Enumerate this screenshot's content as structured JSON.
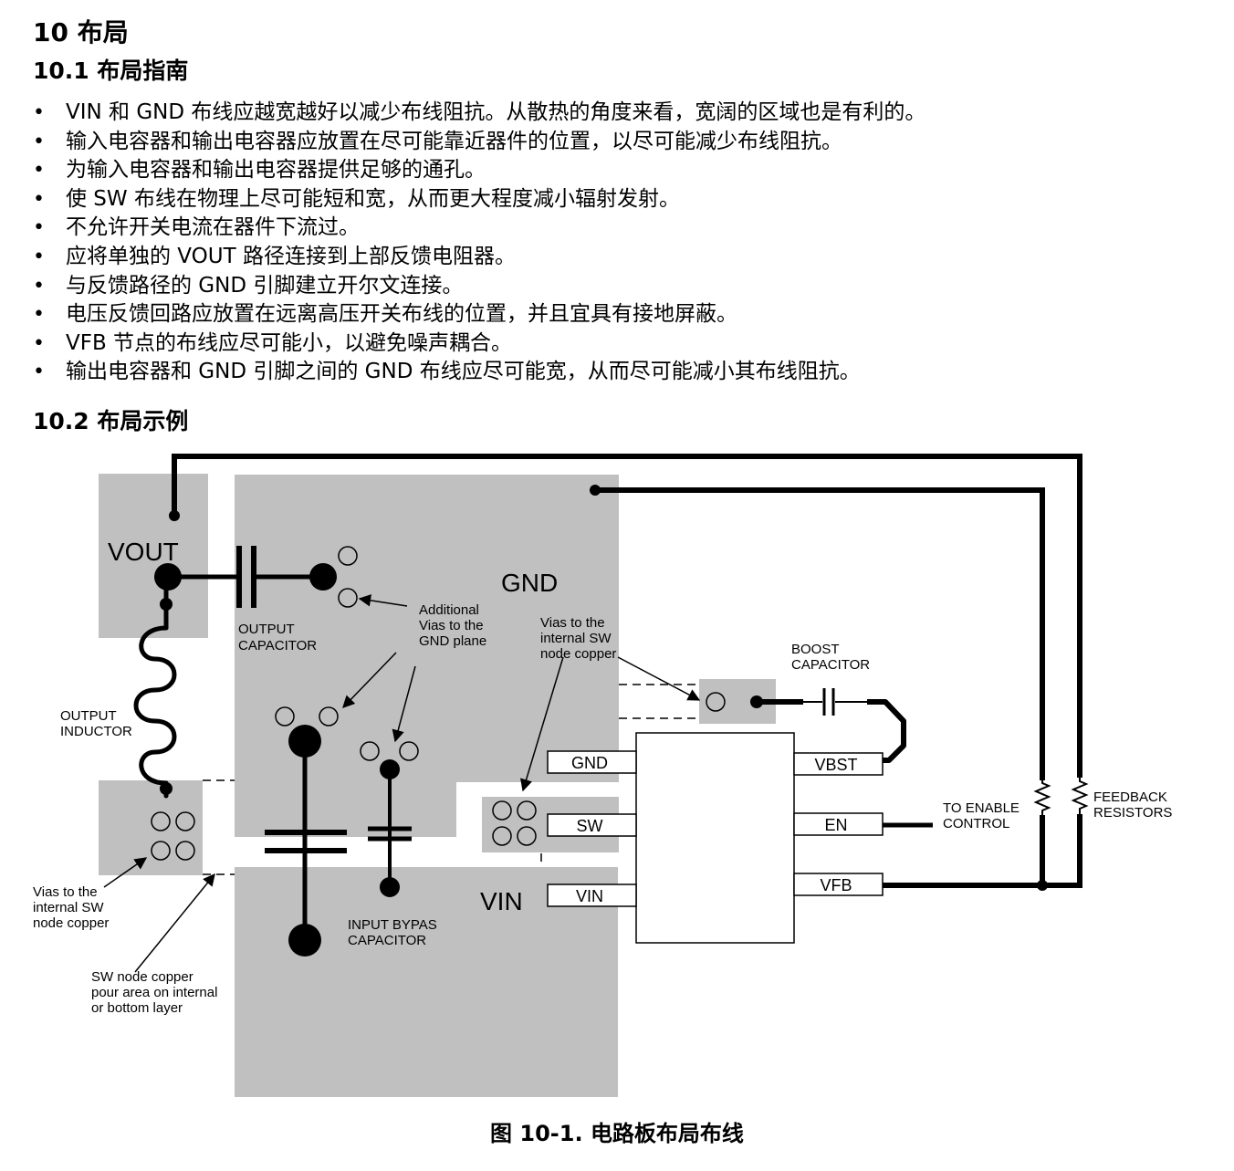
{
  "section": {
    "title": "10 布局"
  },
  "guide": {
    "title": "10.1 布局指南",
    "bullets": [
      "VIN 和 GND 布线应越宽越好以减少布线阻抗。从散热的角度来看，宽阔的区域也是有利的。",
      "输入电容器和输出电容器应放置在尽可能靠近器件的位置，以尽可能减少布线阻抗。",
      "为输入电容器和输出电容器提供足够的通孔。",
      "使 SW 布线在物理上尽可能短和宽，从而更大程度减小辐射发射。",
      "不允许开关电流在器件下流过。",
      "应将单独的 VOUT 路径连接到上部反馈电阻器。",
      "与反馈路径的 GND 引脚建立开尔文连接。",
      "电压反馈回路应放置在远离高压开关布线的位置，并且宜具有接地屏蔽。",
      "VFB 节点的布线应尽可能小，以避免噪声耦合。",
      "输出电容器和 GND 引脚之间的 GND 布线应尽可能宽，从而尽可能减小其布线阻抗。"
    ]
  },
  "example": {
    "title": "10.2 布局示例"
  },
  "diagram": {
    "region_labels": {
      "vout": "VOUT",
      "gnd": "GND",
      "vin": "VIN"
    },
    "pins": {
      "gnd": "GND",
      "sw": "SW",
      "vin": "VIN",
      "vbst": "VBST",
      "en": "EN",
      "vfb": "VFB"
    },
    "annotations": {
      "output_capacitor": [
        "OUTPUT",
        "CAPACITOR"
      ],
      "additional_vias": [
        "Additional",
        "Vias to the",
        "GND plane"
      ],
      "vias_sw_right": [
        "Vias to the",
        "internal SW",
        "node copper"
      ],
      "boost_capacitor": [
        "BOOST",
        "CAPACITOR"
      ],
      "output_inductor": [
        "OUTPUT",
        "INDUCTOR"
      ],
      "to_enable": [
        "TO ENABLE",
        "CONTROL"
      ],
      "feedback_resistors": [
        "FEEDBACK",
        "RESISTORS"
      ],
      "vias_sw_left": [
        "Vias to the",
        "internal SW",
        "node copper"
      ],
      "input_bypass": [
        "INPUT BYPAS",
        "CAPACITOR"
      ],
      "sw_pour": [
        "SW node copper",
        "pour area on internal",
        "or bottom layer"
      ]
    },
    "colors": {
      "copper": "#c0c0c0",
      "trace": "#000000"
    }
  },
  "caption": {
    "label": "图 10-1.",
    "text": "电路板布局布线"
  }
}
